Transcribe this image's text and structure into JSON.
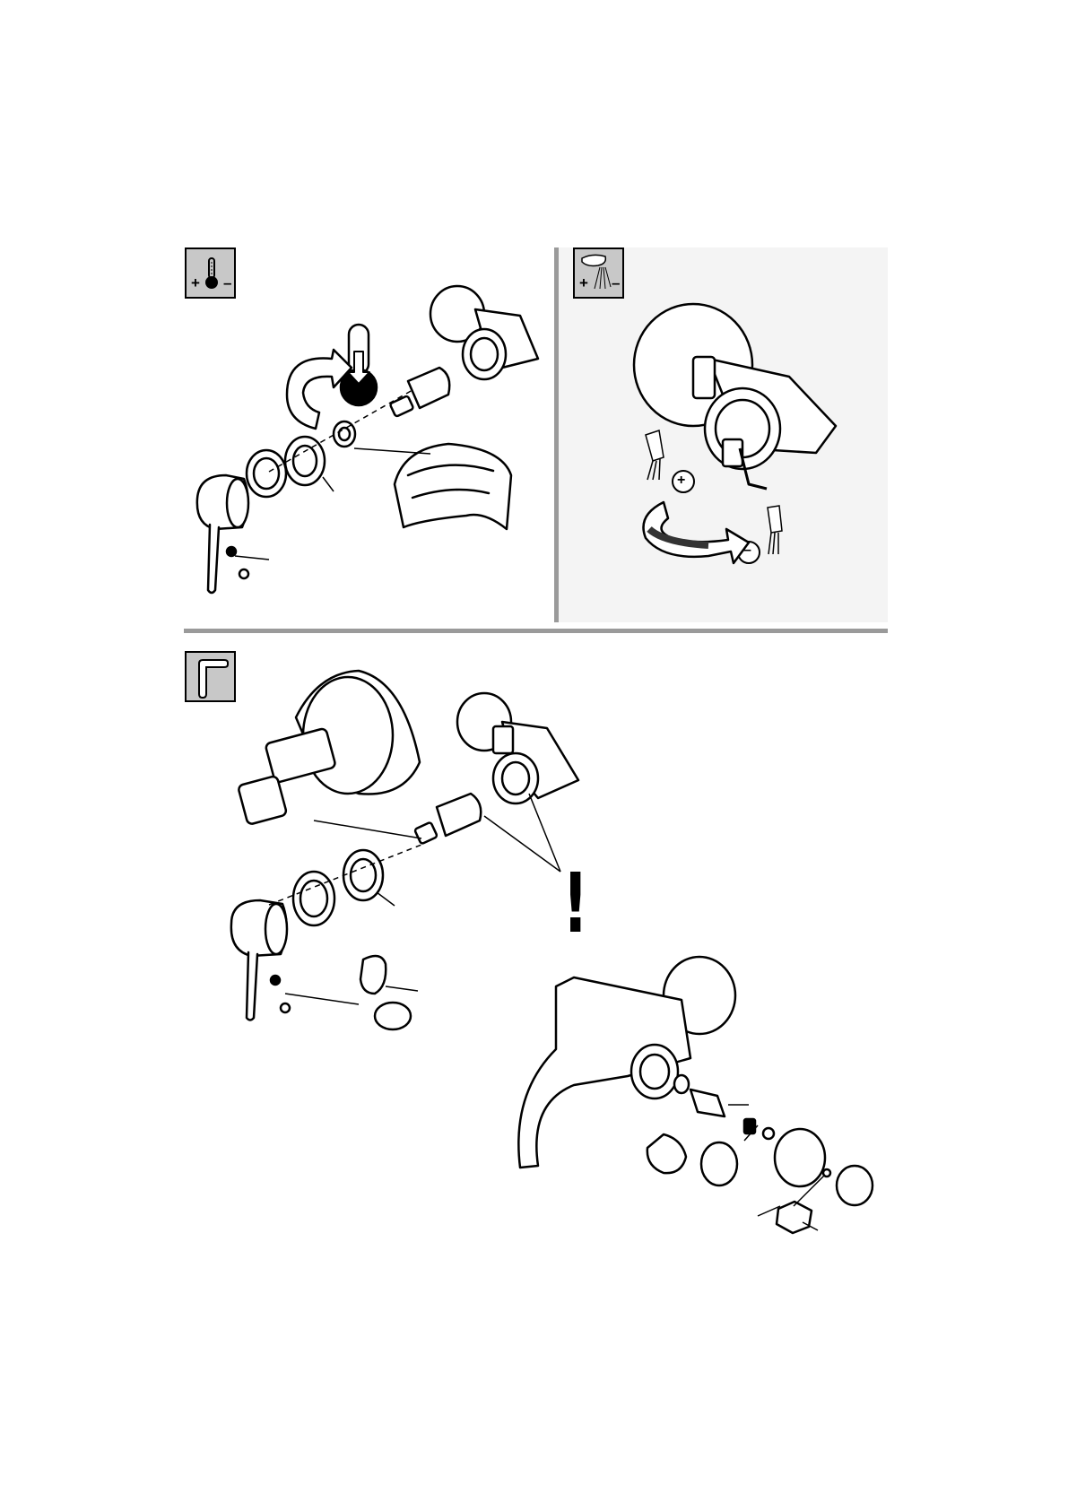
{
  "manual": {
    "panels": [
      {
        "id": "temperature",
        "icon": "thermometer-icon",
        "icon_signs": [
          "+",
          "–"
        ]
      },
      {
        "id": "flow",
        "icon": "shower-spray-icon",
        "icon_signs": [
          "+",
          "–"
        ]
      },
      {
        "id": "maintenance",
        "icon": "hex-key-icon"
      }
    ],
    "adjust_signs": {
      "plus": "+",
      "minus": "–"
    },
    "warning_mark": "!"
  },
  "colors": {
    "icon_background": "#c8c8c8",
    "separator": "#9a9a9a",
    "line": "#000000"
  }
}
